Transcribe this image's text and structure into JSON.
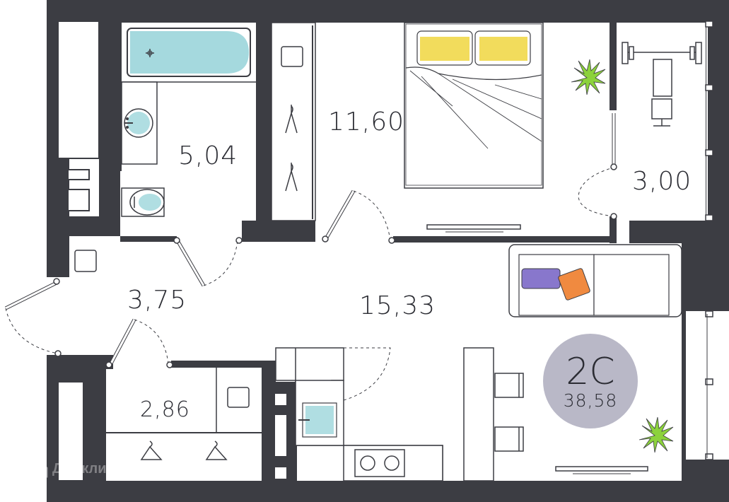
{
  "rooms": [
    {
      "id": "bathroom",
      "area": "5,04"
    },
    {
      "id": "bedroom",
      "area": "11,60"
    },
    {
      "id": "dressing",
      "area": "3,00"
    },
    {
      "id": "hallway",
      "area": "3,75"
    },
    {
      "id": "living",
      "area": "15,33"
    },
    {
      "id": "storage",
      "area": "2,86"
    }
  ],
  "badge": {
    "type": "2С",
    "total_area": "38,58"
  },
  "watermark": {
    "text": "Домклик",
    "icon": "house-logo-icon"
  },
  "colors": {
    "wall": "#3c3d43",
    "floor": "#ffffff",
    "badge": "#b9b8c7",
    "bath": "#8fd0d6",
    "pillow": "#f0d640",
    "cushion_purple": "#8877cc",
    "cushion_orange": "#f08a40",
    "plant": "#8cd23c",
    "text": "#2b2c33"
  },
  "furniture_icons": [
    "bathtub-icon",
    "sink-icon",
    "toilet-icon",
    "bed-icon",
    "pillow-icon",
    "hanger-icon",
    "plant-icon",
    "dumbbell-icon",
    "bench-icon",
    "sofa-icon",
    "cushion-icon",
    "kitchen-sink-icon",
    "cooktop-icon",
    "bar-stool-icon",
    "tv-icon",
    "washing-machine-icon"
  ]
}
